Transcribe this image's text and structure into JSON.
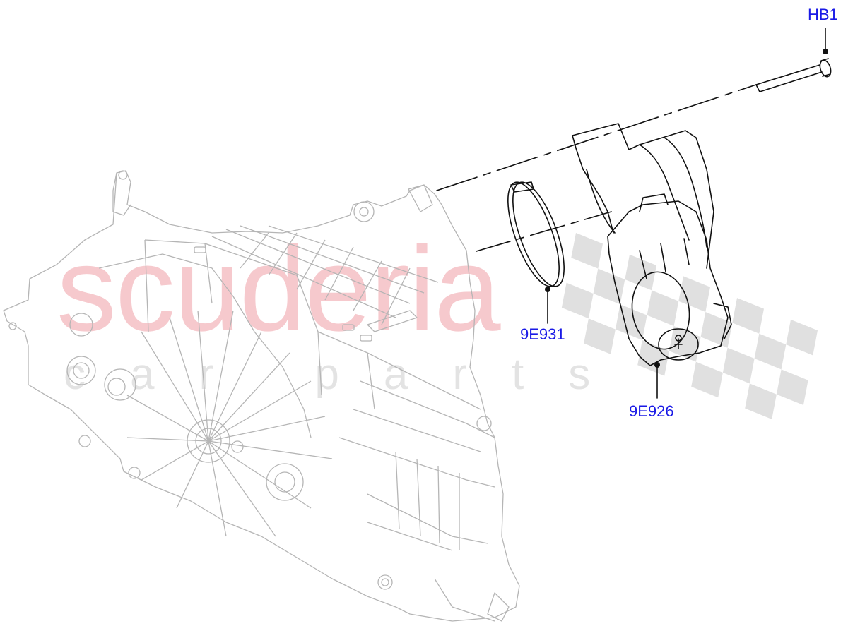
{
  "watermark": {
    "brand": "scuderia",
    "tagline": "car parts",
    "brand_color": "#f6c9cd",
    "tagline_color": "#e3e3e3"
  },
  "callouts": [
    {
      "id": "HB1",
      "label": "HB1",
      "part": "bolt"
    },
    {
      "id": "9E931",
      "label": "9E931",
      "part": "seal ring"
    },
    {
      "id": "9E926",
      "label": "9E926",
      "part": "actuator assembly"
    }
  ],
  "colors": {
    "callout_text": "#1a1ae6",
    "part_line": "#111111",
    "housing_line": "#b8b8b8",
    "checker": "#dcdcdc"
  }
}
